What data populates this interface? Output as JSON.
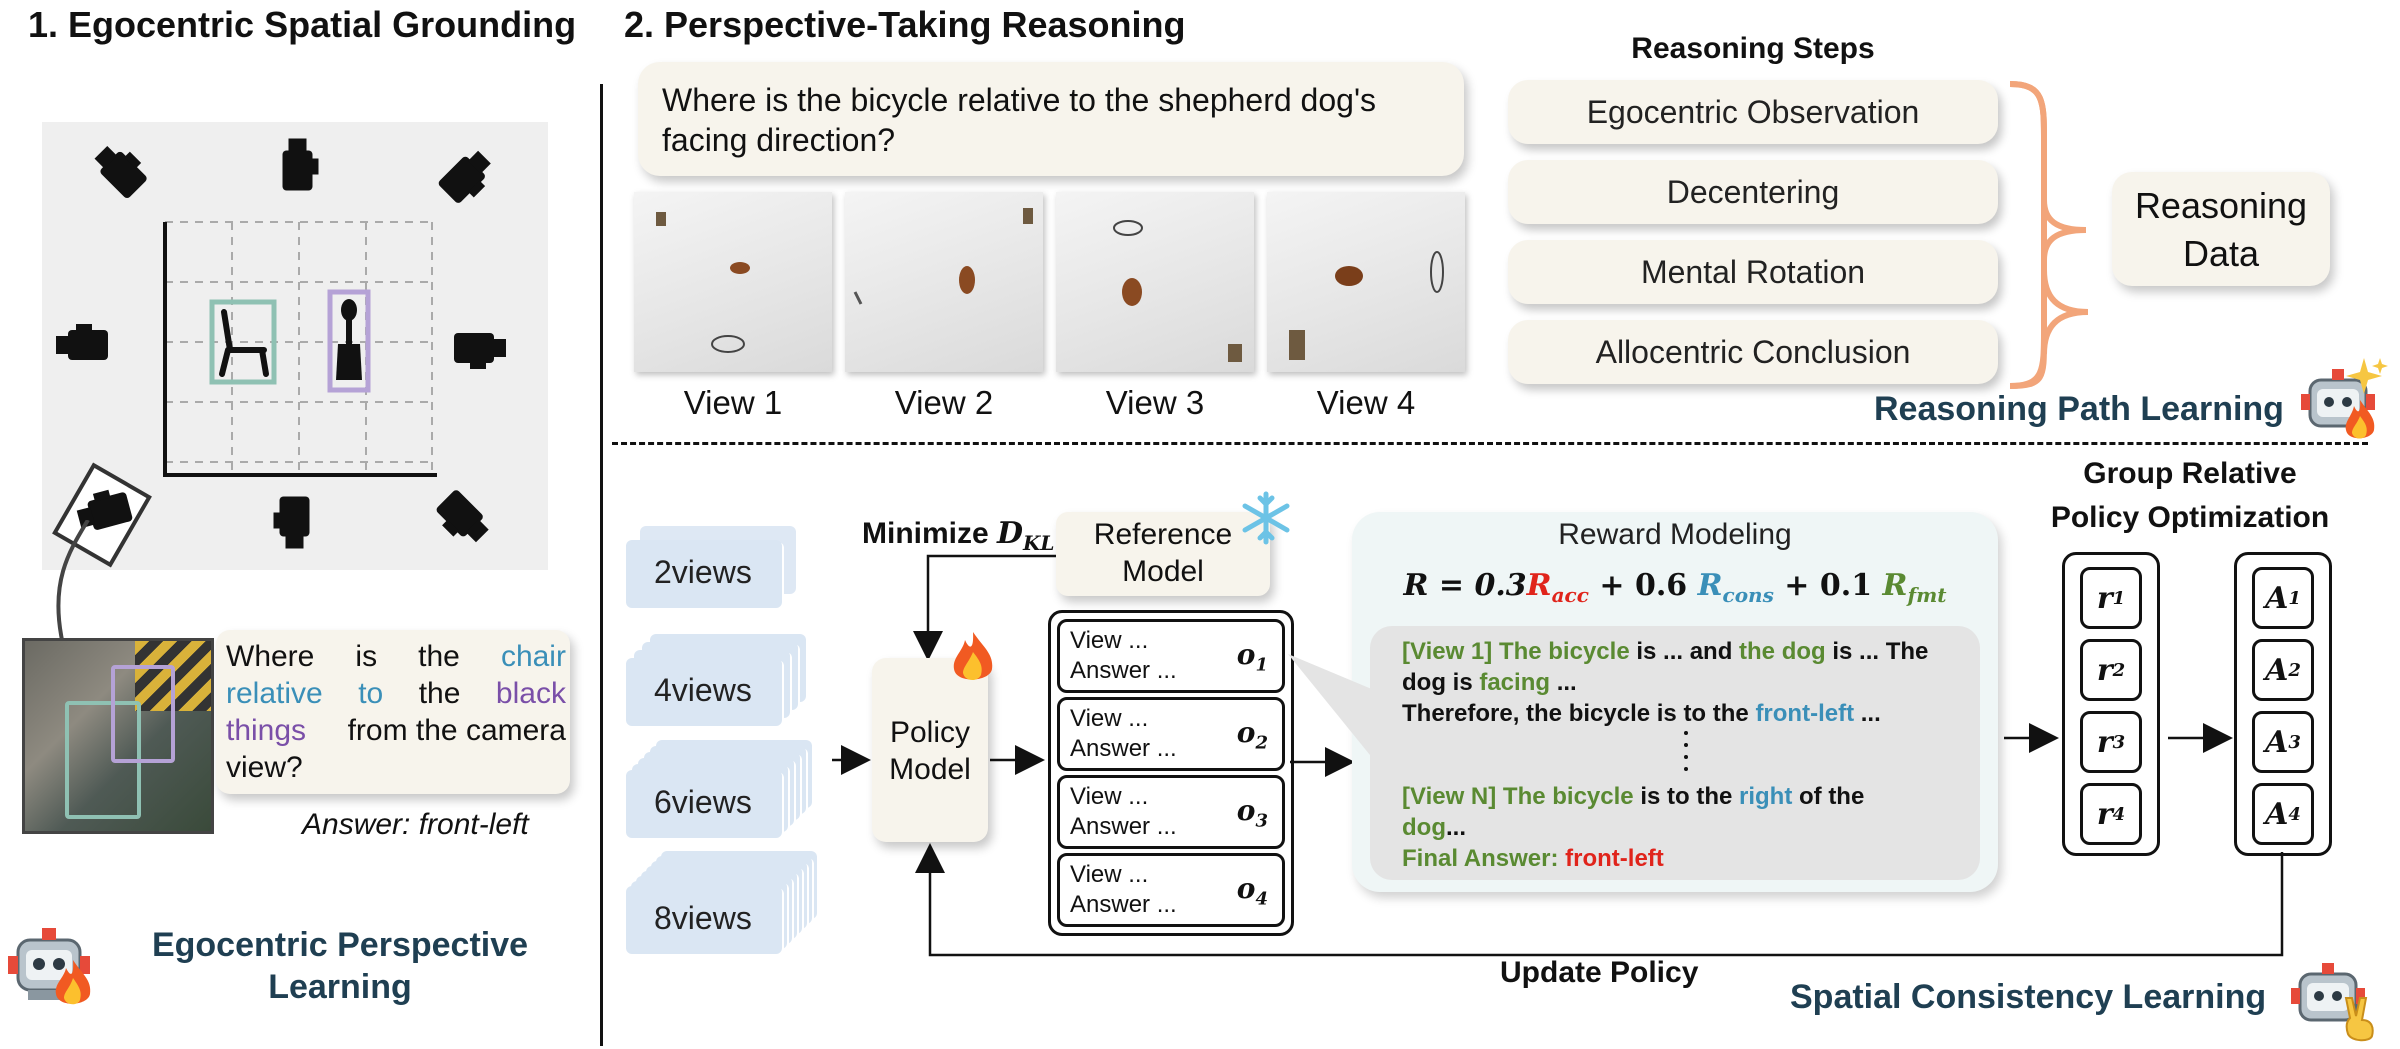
{
  "left": {
    "title": "1. Egocentric Spatial Grounding",
    "question": {
      "w1": "Where",
      "w2": "is",
      "w3": "the",
      "w4": "chair",
      "w5": "relative",
      "w6": "to",
      "w7": "the",
      "w8": "black",
      "w9": "things",
      "w10": "from the camera",
      "w11": "view?"
    },
    "answer": "Answer: front-left",
    "learning": [
      "Egocentric Perspective",
      "Learning"
    ]
  },
  "middle": {
    "title": "2. Perspective-Taking Reasoning",
    "question": "Where is the bicycle relative to the shepherd dog's facing direction?",
    "views": [
      "View 1",
      "View 2",
      "View 3",
      "View 4"
    ],
    "steps_title": "Reasoning Steps",
    "steps": [
      "Egocentric Observation",
      "Decentering",
      "Mental Rotation",
      "Allocentric Conclusion"
    ],
    "data_box": [
      "Reasoning",
      "Data"
    ],
    "learning": "Reasoning Path Learning"
  },
  "bottom": {
    "views": [
      "2views",
      "4views",
      "6views",
      "8views"
    ],
    "minimize": "Minimize",
    "kl": "D",
    "kl_sub": "KL",
    "reference": [
      "Reference",
      "Model"
    ],
    "policy": [
      "Policy",
      "Model"
    ],
    "outputs": [
      {
        "line1": "View ...",
        "line2": "Answer ...",
        "sym": "o",
        "sub": "1"
      },
      {
        "line1": "View ...",
        "line2": "Answer ...",
        "sym": "o",
        "sub": "2"
      },
      {
        "line1": "View ...",
        "line2": "Answer ...",
        "sym": "o",
        "sub": "3"
      },
      {
        "line1": "View ...",
        "line2": "Answer ...",
        "sym": "o",
        "sub": "4"
      }
    ],
    "reward_title": "Reward Modeling",
    "formula": {
      "lhs": "R = 0.3",
      "acc": "R",
      "acc_sub": "acc",
      "mid1": " + 0.6",
      "cons": "R",
      "cons_sub": "cons",
      "mid2": " + 0.1",
      "fmt": "R",
      "fmt_sub": "fmt"
    },
    "reasoning": {
      "v1_tag": "[View 1]",
      "v1_a": "The bicycle",
      "v1_b": " is ... and ",
      "v1_c": "the dog",
      "v1_d": " is ... The",
      "v1_e": "dog is ",
      "v1_f": "facing",
      "v1_g": " ...",
      "v1_h": "Therefore, the bicycle is to the ",
      "v1_i": "front-left",
      "v1_j": " ...",
      "vn_tag": "[View N]",
      "vn_a": "The bicycle",
      "vn_b": " is to the ",
      "vn_c": "right",
      "vn_d": " of the",
      "vn_e": "dog",
      "vn_f": "...",
      "final_label": "Final Answer: ",
      "final_value": "front-left"
    },
    "grpo_title": [
      "Group Relative",
      "Policy Optimization"
    ],
    "rewards": [
      {
        "sym": "r",
        "sub": "1"
      },
      {
        "sym": "r",
        "sub": "2"
      },
      {
        "sym": "r",
        "sub": "3"
      },
      {
        "sym": "r",
        "sub": "4"
      }
    ],
    "advantages": [
      {
        "sym": "A",
        "sub": "1"
      },
      {
        "sym": "A",
        "sub": "2"
      },
      {
        "sym": "A",
        "sub": "3"
      },
      {
        "sym": "A",
        "sub": "4"
      }
    ],
    "update": "Update Policy",
    "learning": "Spatial Consistency Learning"
  },
  "colors": {
    "card": "#f7f4ec",
    "teal_title": "#1f3f52",
    "green": "#5a8a32",
    "blue": "#3a8fb8",
    "red": "#e0241b",
    "purple": "#7a4fa8",
    "bracket": "#f2a57a",
    "view_stack": "#dae6f3"
  },
  "icons": [
    "camera-icon",
    "chair-icon",
    "bottle-icon",
    "robot-icon",
    "fire-icon",
    "snowflake-icon",
    "sparkle-icon",
    "peace-hand-icon"
  ]
}
